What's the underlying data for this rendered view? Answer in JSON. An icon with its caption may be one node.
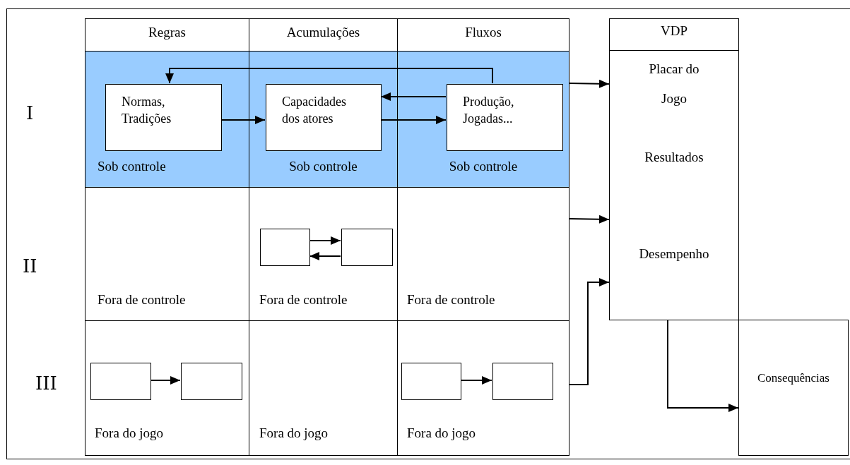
{
  "diagram": {
    "nodes": [
      {
        "text": [
          "Regras"
        ]
      },
      {
        "text": [
          "Acumulações"
        ]
      },
      {
        "text": [
          "Fluxos"
        ]
      },
      {
        "text": [
          "VDP",
          "Placar do Jogo",
          "Resultados",
          "Desempenho"
        ]
      },
      {
        "text": [
          "Sob controle"
        ]
      },
      {
        "text": [
          "Normas, Tradições"
        ],
        "in": 4
      },
      {
        "text": [
          "Sob controle"
        ]
      },
      {
        "text": [
          "Capacidades dos atores"
        ],
        "in": 6
      },
      {
        "text": [
          "Sob controle"
        ]
      },
      {
        "text": [
          "Produção, Jogadas..."
        ],
        "in": 8
      },
      {
        "text": [
          "Fora de controle"
        ]
      },
      {
        "text": [
          "Fora de controle"
        ]
      },
      {
        "text": [],
        "shape": "box",
        "in": 11
      },
      {
        "text": [],
        "shape": "box",
        "in": 11
      },
      {
        "text": [
          "Fora de controle"
        ]
      },
      {
        "text": [
          "Fora do jogo"
        ]
      },
      {
        "text": [],
        "shape": "box",
        "in": 15
      },
      {
        "text": [],
        "shape": "box",
        "in": 15
      },
      {
        "text": [
          "Fora do jogo"
        ]
      },
      {
        "text": [
          "Fora do jogo"
        ]
      },
      {
        "text": [],
        "shape": "box",
        "in": 19
      },
      {
        "text": [],
        "shape": "box",
        "in": 19
      },
      {
        "text": [
          "Consequências"
        ]
      }
    ],
    "edges": [
      {
        "from": 9,
        "to": 5,
        "arrow": "to"
      },
      {
        "from": 9,
        "to": 7,
        "arrow": "to"
      },
      {
        "from": 5,
        "to": 7,
        "arrow": "to"
      },
      {
        "from": 7,
        "to": 9,
        "arrow": "to"
      },
      {
        "from": 8,
        "to": 3,
        "arrow": "to"
      },
      {
        "from": 14,
        "to": 3,
        "arrow": "to"
      },
      {
        "from": 19,
        "to": 3,
        "arrow": "to"
      },
      {
        "from": 12,
        "to": 13,
        "arrow": "to"
      },
      {
        "from": 13,
        "to": 12,
        "arrow": "to"
      },
      {
        "from": 16,
        "to": 17,
        "arrow": "to"
      },
      {
        "from": 20,
        "to": 21,
        "arrow": "to"
      },
      {
        "from": 3,
        "to": 22,
        "arrow": "to"
      }
    ],
    "labels": [
      "I",
      "II",
      "III"
    ]
  }
}
